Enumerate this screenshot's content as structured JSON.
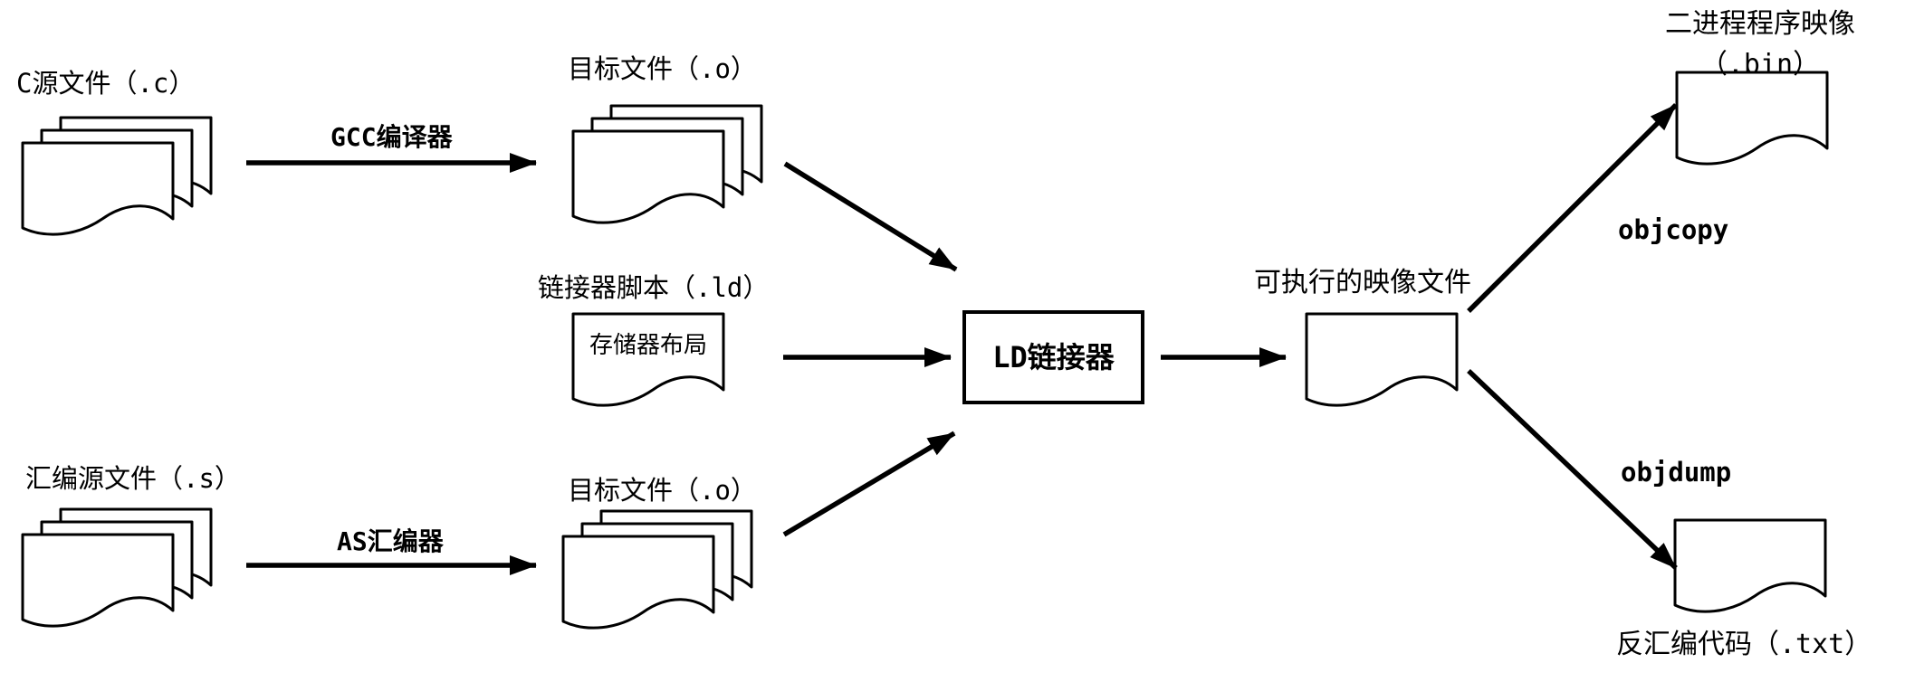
{
  "diagram": {
    "background_color": "#ffffff",
    "stroke_color": "#000000",
    "nodes": {
      "c_source": {
        "label": "C源文件（.c）",
        "shape": "document-stack"
      },
      "object_top": {
        "label": "目标文件（.o）",
        "shape": "document-stack"
      },
      "linker_script": {
        "label": "链接器脚本（.ld）",
        "doc_text": "存储器布局",
        "shape": "document"
      },
      "asm_source": {
        "label": "汇编源文件（.s）",
        "shape": "document-stack"
      },
      "object_bottom": {
        "label": "目标文件（.o）",
        "shape": "document-stack"
      },
      "ld_linker": {
        "label": "LD链接器",
        "shape": "rectangle"
      },
      "executable": {
        "label": "可执行的映像文件",
        "shape": "document"
      },
      "bin_image": {
        "label_line1": "二进程程序映像",
        "label_line2": "（.bin）",
        "shape": "document"
      },
      "disasm_code": {
        "label": "反汇编代码（.txt）",
        "shape": "document"
      }
    },
    "edges": {
      "gcc": {
        "label": "GCC编译器",
        "from": "c_source",
        "to": "object_top"
      },
      "as": {
        "label": "AS汇编器",
        "from": "asm_source",
        "to": "object_bottom"
      },
      "obj_top_to_ld": {
        "label": "",
        "from": "object_top",
        "to": "ld_linker"
      },
      "script_to_ld": {
        "label": "",
        "from": "linker_script",
        "to": "ld_linker"
      },
      "obj_bottom_to_ld": {
        "label": "",
        "from": "object_bottom",
        "to": "ld_linker"
      },
      "ld_to_exec": {
        "label": "",
        "from": "ld_linker",
        "to": "executable"
      },
      "objcopy": {
        "label": "objcopy",
        "from": "executable",
        "to": "bin_image"
      },
      "objdump": {
        "label": "objdump",
        "from": "executable",
        "to": "disasm_code"
      }
    }
  }
}
